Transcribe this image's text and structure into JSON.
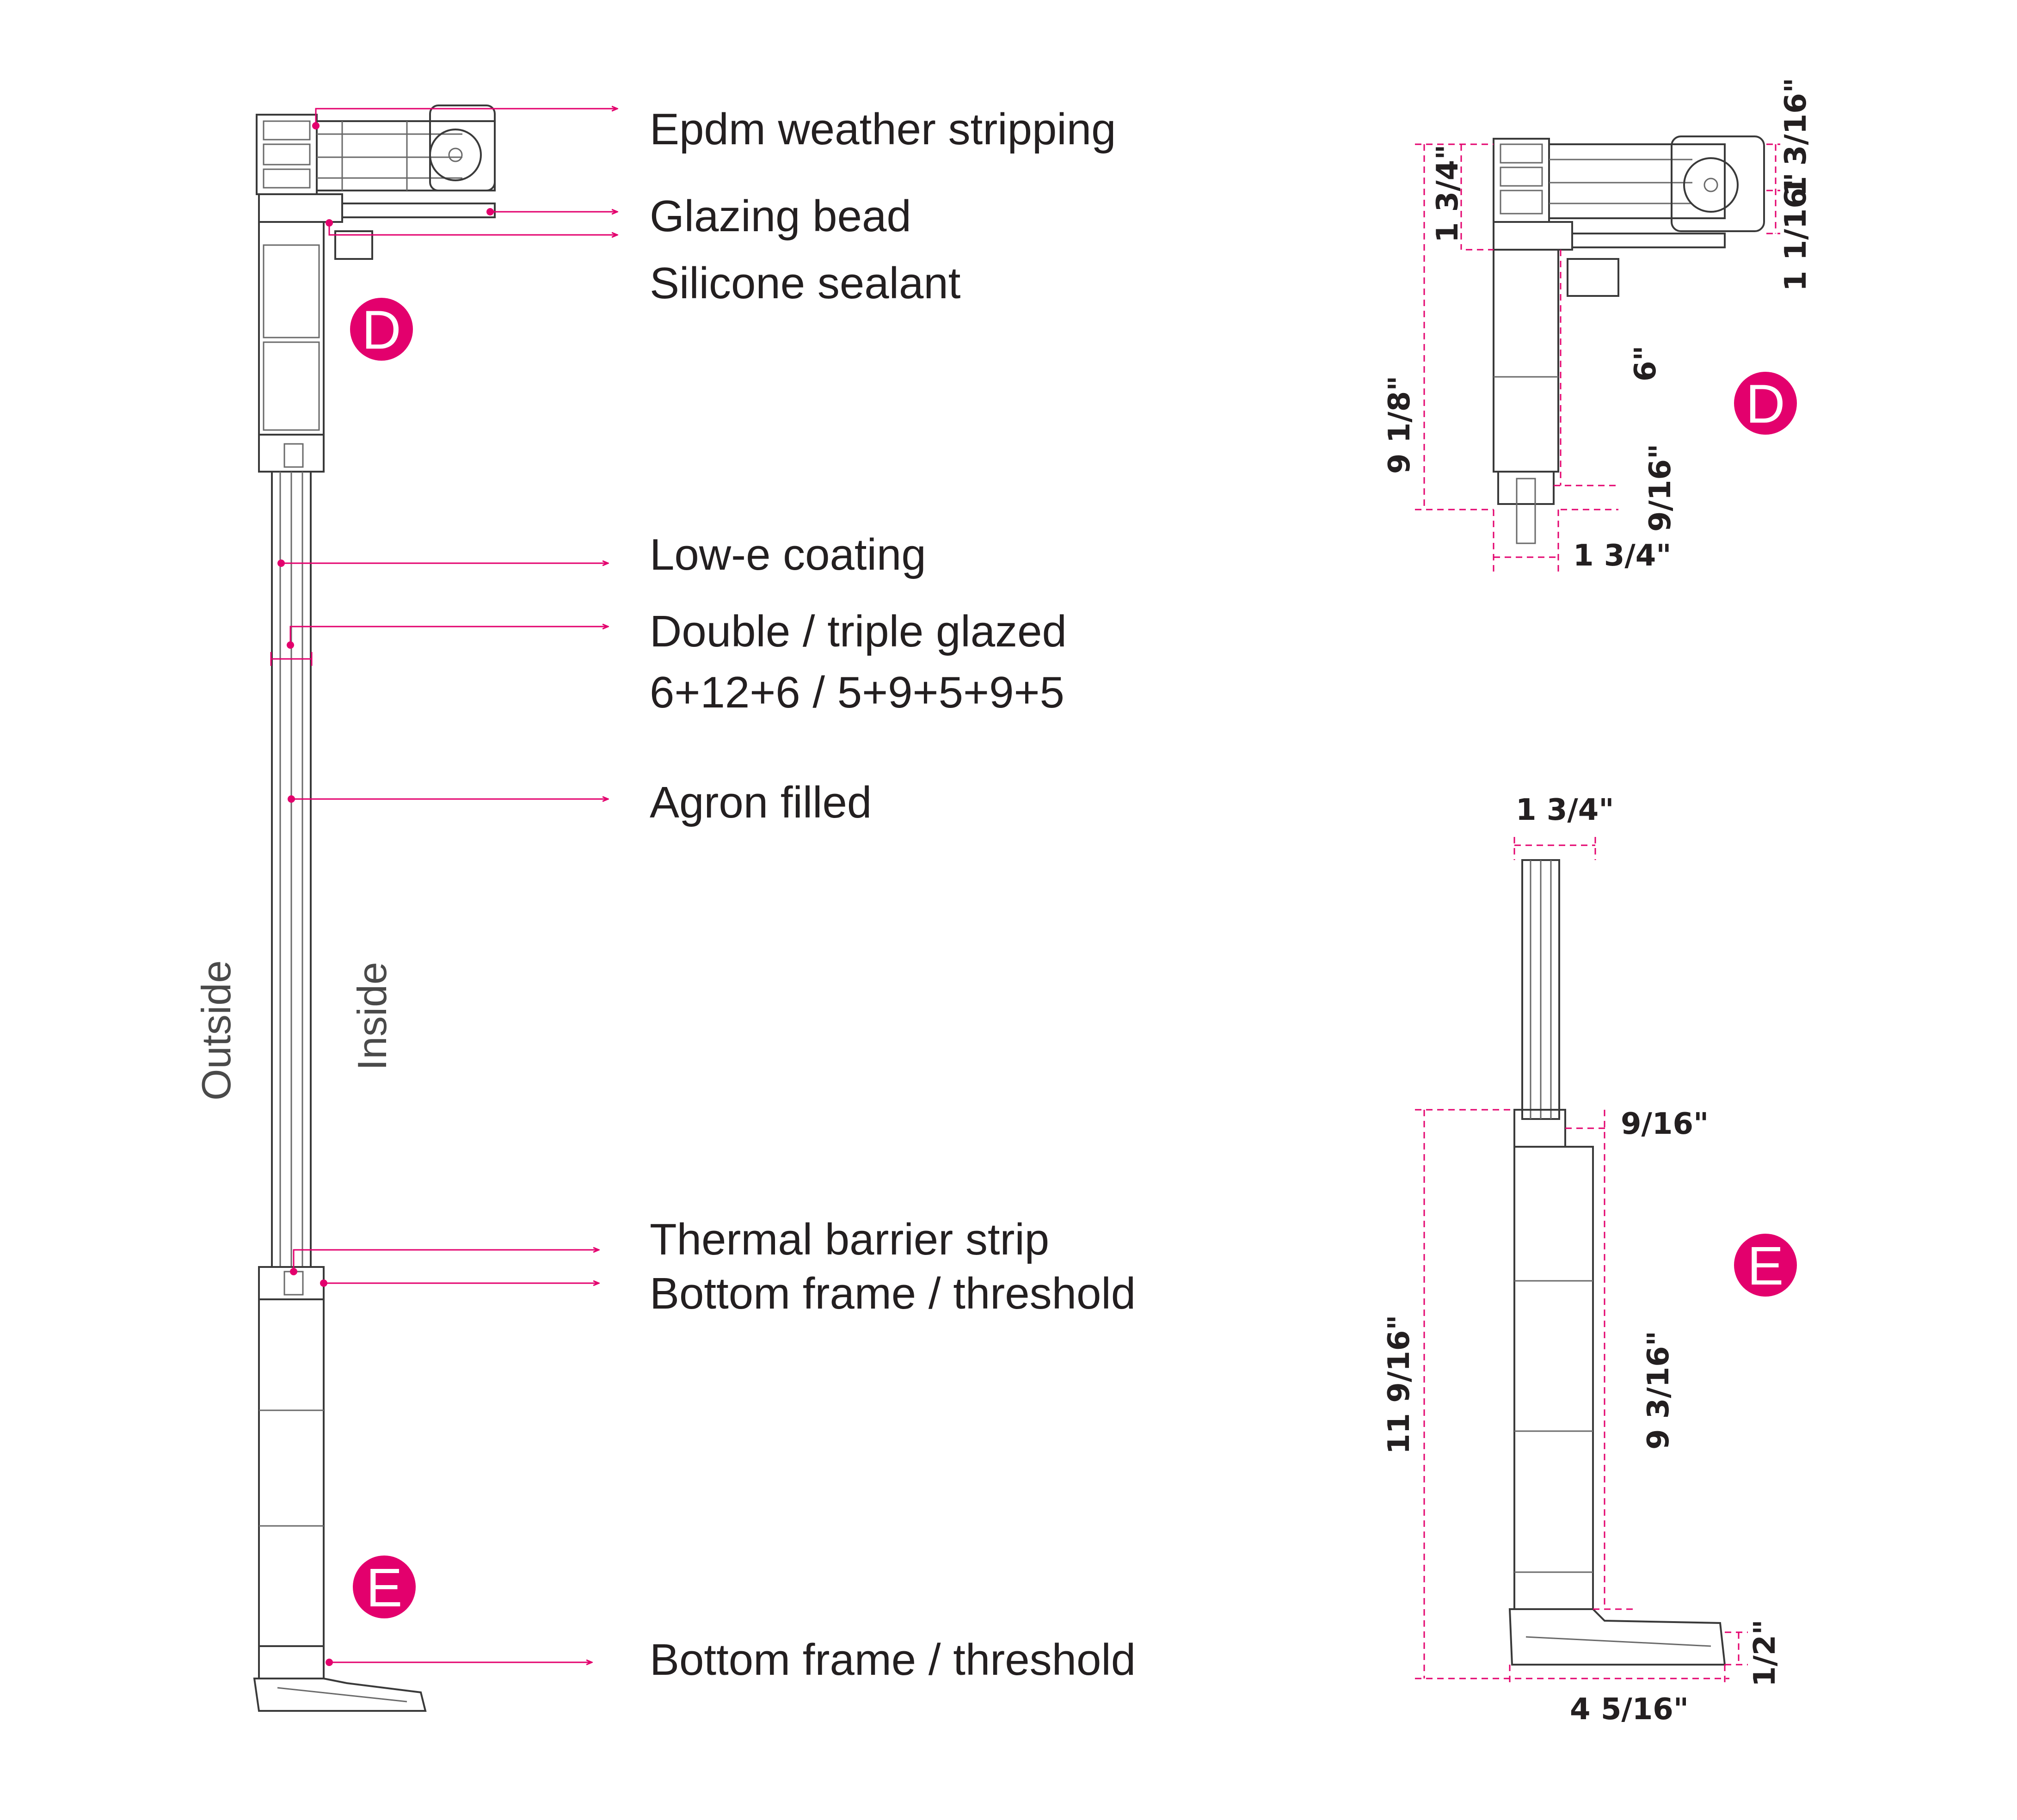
{
  "colors": {
    "accent": "#e3006d",
    "line": "#3a3a3a",
    "text": "#231f20"
  },
  "side_labels": {
    "outside": "Outside",
    "inside": "Inside"
  },
  "callouts": {
    "epdm": "Epdm weather stripping",
    "glazing_bead": "Glazing bead",
    "silicone": "Silicone sealant",
    "lowe": "Low-e coating",
    "glazed": "Double / triple glazed",
    "glass_spec": "6+12+6 / 5+9+5+9+5",
    "argon": "Agron filled",
    "thermal": "Thermal barrier strip",
    "bottom_frame_1": "Bottom frame / threshold",
    "bottom_frame_2": "Bottom frame / threshold"
  },
  "badges": {
    "d": "D",
    "e": "E"
  },
  "detail_d": {
    "dim_1_3_4_left": "1 3/4\"",
    "dim_9_1_8": "9 1/8\"",
    "dim_6": "6\"",
    "dim_9_16": "9/16\"",
    "dim_1_3_4_bottom": "1 3/4\"",
    "dim_1_3_16": "1 3/16\"",
    "dim_1_1_16": "1 1/16\""
  },
  "detail_e": {
    "dim_1_3_4_top": "1 3/4\"",
    "dim_9_16": "9/16\"",
    "dim_11_9_16": "11 9/16\"",
    "dim_9_3_16": "9 3/16\"",
    "dim_1_2": "1/2\"",
    "dim_4_5_16": "4 5/16\""
  }
}
